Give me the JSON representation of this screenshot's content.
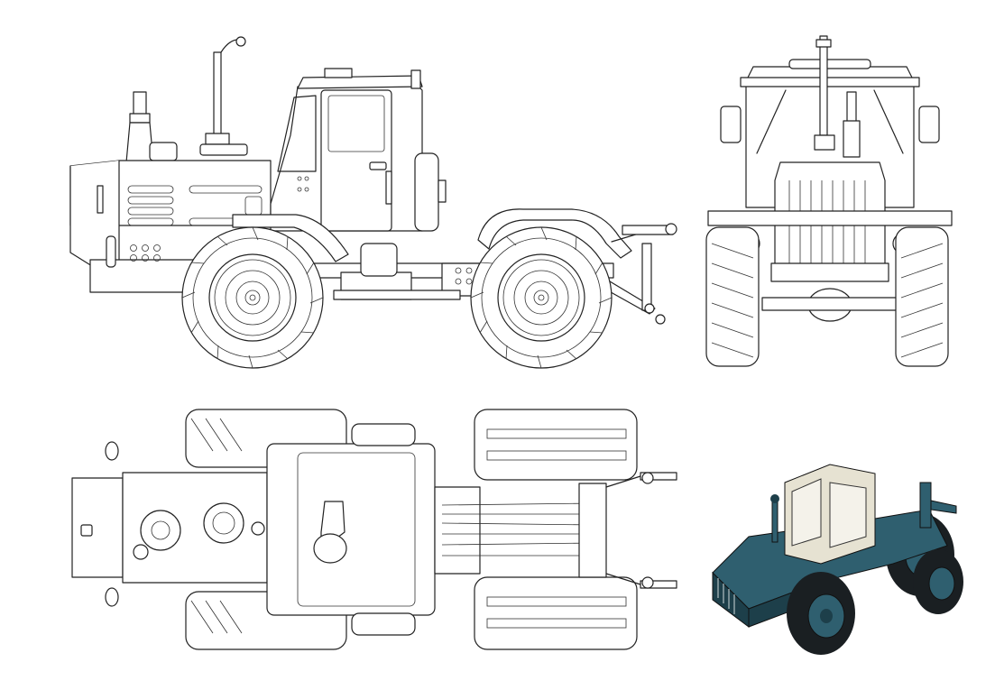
{
  "drawing": {
    "views": [
      "side",
      "front",
      "top",
      "isometric"
    ],
    "colors": {
      "line": "#222222",
      "background": "#ffffff",
      "iso_body": "#2f5f6f",
      "iso_body_dark": "#1d3f4a",
      "iso_cab": "#e6e2d2",
      "iso_tire": "#1a1f22"
    }
  }
}
